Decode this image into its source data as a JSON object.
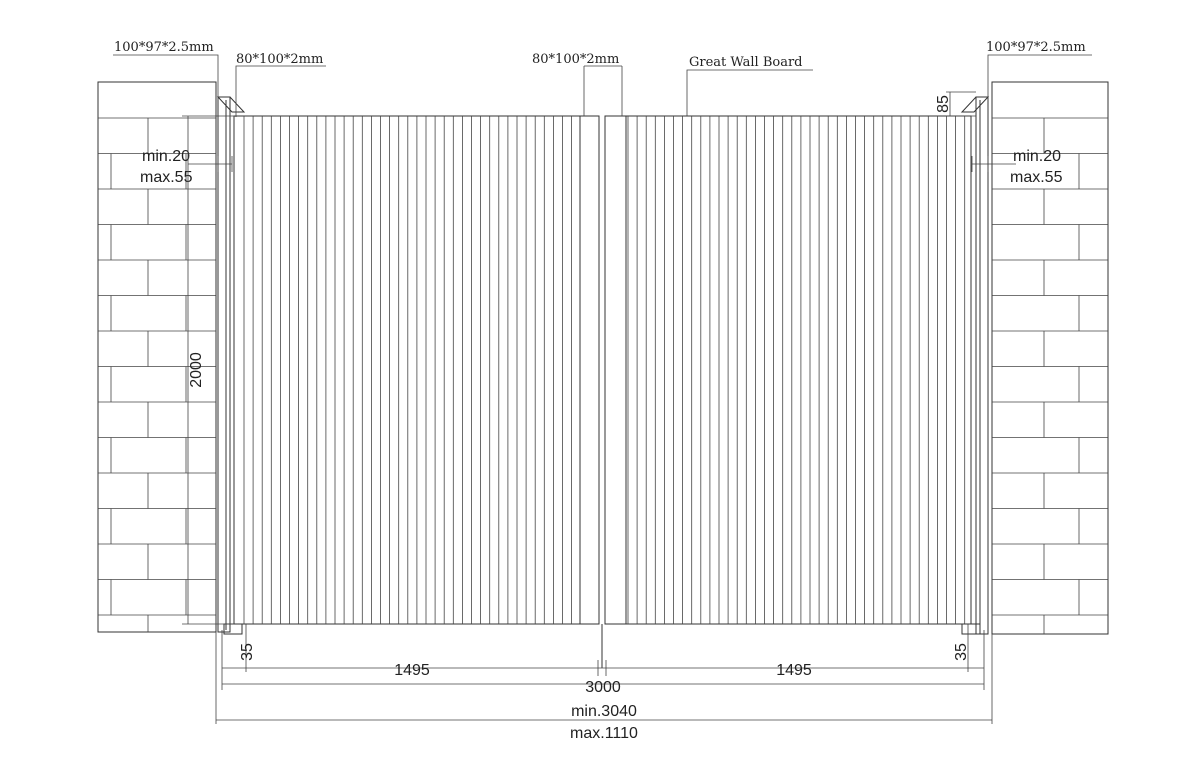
{
  "labels": {
    "left_post_spec": "100*97*2.5mm",
    "left_frame_spec": "80*100*2mm",
    "center_frame_spec": "80*100*2mm",
    "board_name": "Great Wall Board",
    "right_post_spec": "100*97*2.5mm"
  },
  "dimensions": {
    "left_gap_min": "min.20",
    "left_gap_max": "max.55",
    "right_gap_min": "min.20",
    "right_gap_max": "max.55",
    "height": "2000",
    "top_offset": "85",
    "left_bottom_clearance": "35",
    "right_bottom_clearance": "35",
    "left_leaf_width": "1495",
    "right_leaf_width": "1495",
    "total_gate_width": "3000",
    "opening_min": "min.3040",
    "opening_max": "max.1110"
  },
  "colors": {
    "line": "#333333",
    "background": "#ffffff"
  }
}
